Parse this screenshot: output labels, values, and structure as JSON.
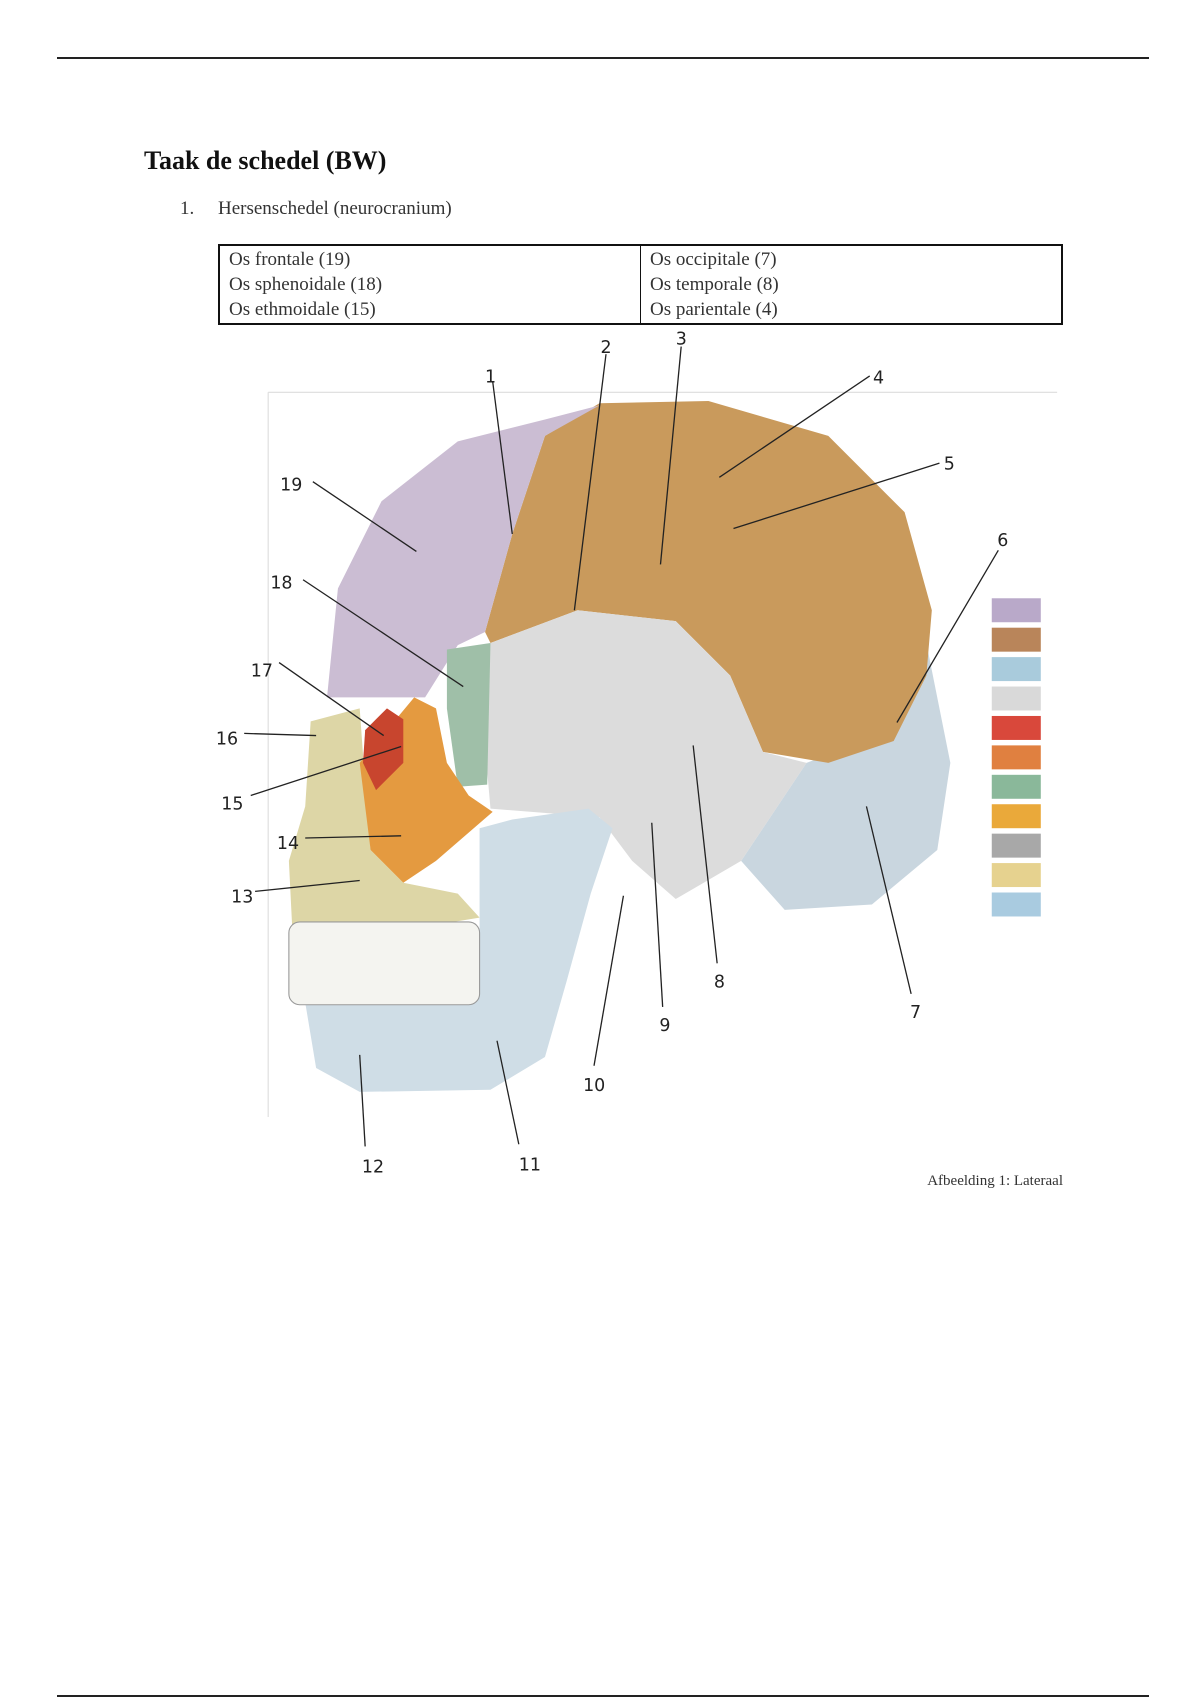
{
  "title": "Taak de schedel (BW)",
  "list_item": {
    "number": "1.",
    "text": "Hersenschedel (neurocranium)"
  },
  "table": {
    "left": [
      "Os frontale (19)",
      "Os sphenoidale (18)",
      "Os ethmoidale (15)"
    ],
    "right": [
      "Os occipitale (7)",
      "Os temporale (8)",
      "Os parientale (4)"
    ]
  },
  "figure": {
    "labels": [
      "1",
      "2",
      "3",
      "4",
      "5",
      "6",
      "7",
      "8",
      "9",
      "10",
      "11",
      "12",
      "13",
      "14",
      "15",
      "16",
      "17",
      "18",
      "19"
    ],
    "swatches": [
      "#b9a9c9",
      "#b9855a",
      "#a9cbdc",
      "#d9d9d9",
      "#d9483b",
      "#e08040",
      "#8ab89a",
      "#eaa93a",
      "#a8a8a8",
      "#e6d28f",
      "#a9cbe0"
    ],
    "caption": "Afbeelding 1: Lateraal"
  }
}
